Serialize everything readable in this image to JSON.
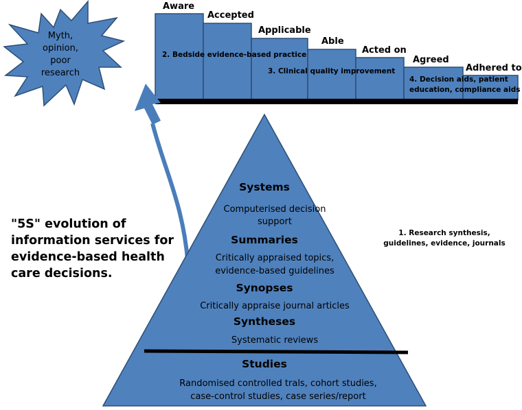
{
  "burst": {
    "text": "Myth, opinion, poor research"
  },
  "steps": [
    "Aware",
    "Accepted",
    "Applicable",
    "Able",
    "Acted on",
    "Agreed",
    "Adhered to"
  ],
  "step_annotations": {
    "bedside": "2. Bedside evidence-based practice",
    "clinical": "3. Clinical quality improvement",
    "decision_line1": "4. Decision aids, patient",
    "decision_line2": "education, compliance aids"
  },
  "title": "\"5S\" evolution of information services for evidence-based health care decisions.",
  "side_note": "1. Research synthesis, guidelines, evidence, journals",
  "pyramid": {
    "systems": {
      "heading": "Systems",
      "text": "Computerised decision support"
    },
    "summaries": {
      "heading": "Summaries",
      "text_line1": "Critically appraised topics,",
      "text_line2": "evidence-based guidelines"
    },
    "synopses": {
      "heading": "Synopses",
      "text": "Critically appraise journal articles"
    },
    "syntheses": {
      "heading": "Syntheses",
      "text": "Systematic reviews"
    },
    "studies": {
      "heading": "Studies",
      "text_line1": "Randomised controlled trals, cohort studies,",
      "text_line2": "case-control studies, case series/report"
    }
  },
  "colors": {
    "fill": "#4f81bd",
    "stroke": "#2c4d75",
    "arrow": "#4a7ebb",
    "base_bar": "#000000"
  }
}
